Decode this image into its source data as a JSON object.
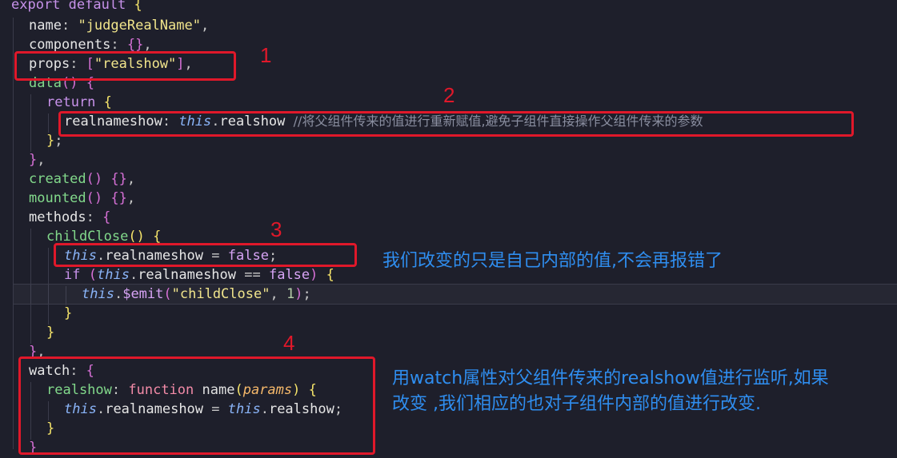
{
  "code": {
    "l1": "export default {",
    "name_key": "name",
    "name_val": "\"judgeRealName\"",
    "components_key": "components",
    "props_key": "props",
    "props_val": "\"realshow\"",
    "data_fn": "data",
    "return_kw": "return",
    "realnameshow_key": "realnameshow",
    "this_kw": "this",
    "realshow_prop": "realshow",
    "comment": "//将父组件传来的值进行重新赋值,避免子组件直接操作父组件传来的参数",
    "created_fn": "created",
    "mounted_fn": "mounted",
    "methods_key": "methods",
    "childClose_fn": "childClose",
    "realnameshow_prop": "realnameshow",
    "false_kw": "false",
    "if_kw": "if",
    "emit_fn": "$emit",
    "emit_arg": "\"childClose\"",
    "emit_num": "1",
    "watch_key": "watch",
    "realshow_key": "realshow",
    "function_kw": "function",
    "fname": "name",
    "params": "params"
  },
  "annotations": {
    "n1": "1",
    "n2": "2",
    "n3": "3",
    "n4": "4",
    "note3": "我们改变的只是自己内部的值,不会再报错了",
    "note4_line1": "用watch属性对父组件传来的realshow值进行监听,如果",
    "note4_line2": "改变 ,我们相应的也对子组件内部的值进行改变."
  },
  "colors": {
    "background": "#1e1f2b",
    "annotation_box": "#e0182a",
    "annotation_text": "#2f8ef0"
  }
}
